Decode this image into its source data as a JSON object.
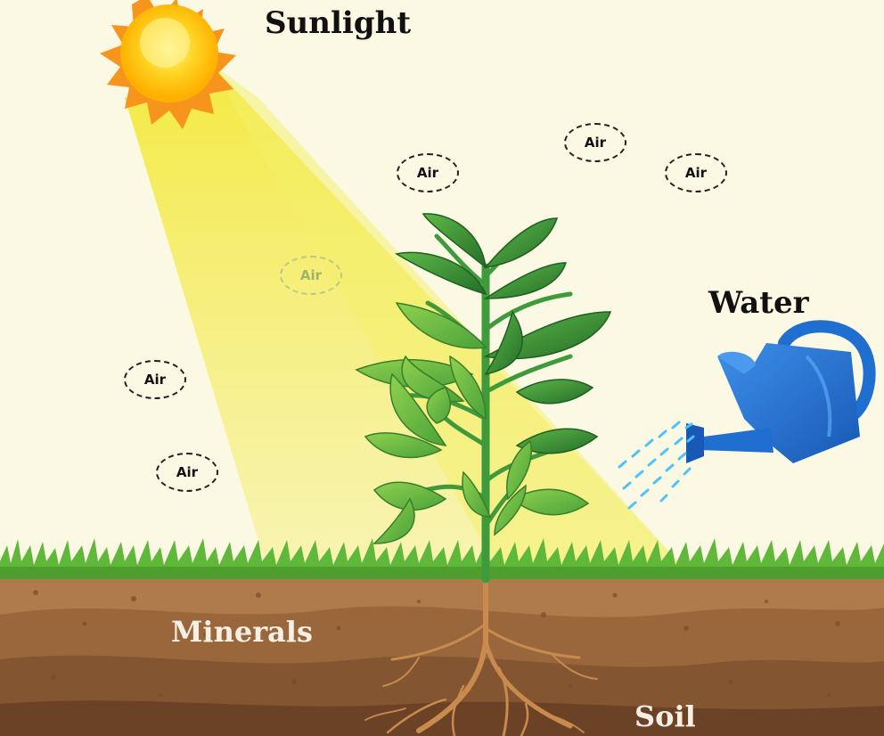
{
  "labels": {
    "sunlight": "Sunlight",
    "water": "Water",
    "minerals": "Minerals",
    "soil": "Soil"
  },
  "air_tags": [
    "Air",
    "Air",
    "Air",
    "Air",
    "Air",
    "Air"
  ],
  "colors": {
    "background": "#fbf8e3",
    "sun": "#ffb400",
    "sun_rays": "#f7941d",
    "light_beam": "#f2ea2e",
    "leaf_dark": "#2e8b2e",
    "leaf_light": "#7cc242",
    "watering_can": "#1f6fd1",
    "water_drops": "#4fc3f7",
    "grass": "#5fb83a",
    "soil_top": "#b07b4a",
    "soil_bottom": "#6b4226",
    "roots": "#c98a4e"
  }
}
